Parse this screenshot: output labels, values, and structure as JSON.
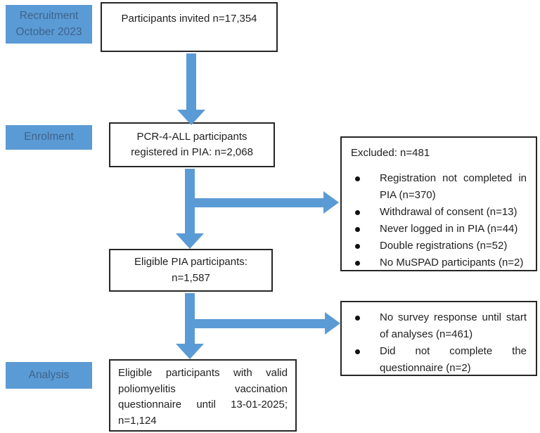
{
  "stage_labels": {
    "recruitment": "Recruitment October 2023",
    "enrolment": "Enrolment",
    "analysis": "Analysis"
  },
  "flow_boxes": {
    "invited": "Participants invited n=17,354",
    "registered": "PCR-4-ALL participants registered in PIA: n=2,068",
    "eligible": "Eligible PIA participants: n=1,587",
    "final": "Eligible participants with valid poliomyelitis vaccination questionnaire until 13-01-2025; n=1,124"
  },
  "exclusions": {
    "enrolment": {
      "title": "Excluded: n=481",
      "items": [
        "Registration not completed in PIA (n=370)",
        "Withdrawal of consent (n=13)",
        "Never logged in in PIA (n=44)",
        "Double registrations (n=52)",
        "No MuSPAD participants (n=2)"
      ]
    },
    "analysis": {
      "items": [
        "No survey response until start of analyses (n=461)",
        "Did not complete the questionnaire (n=2)"
      ]
    }
  },
  "colors": {
    "accent_blue": "#5b9bd5",
    "label_text": "#3e638c",
    "box_border": "#262626"
  }
}
